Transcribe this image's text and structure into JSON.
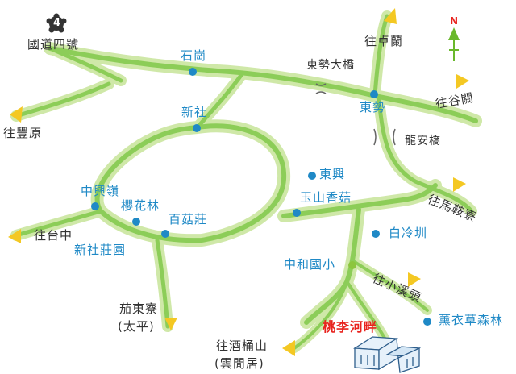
{
  "colors": {
    "road_outer": "#cfe8a8",
    "road_inner": "#8ccd58",
    "place_dot": "#1f89c6",
    "highlight_dot": "#8cc63e",
    "arrow": "#f4c823",
    "place_text": "#1f89c6",
    "dest_text": "#e8231e",
    "north_arrow": "#6ab82c",
    "north_letter": "#e8231e"
  },
  "route_badge": {
    "number": "4",
    "label": "國道四號"
  },
  "north": {
    "letter": "N"
  },
  "places": {
    "shigang": "石崗",
    "xinshe": "新社",
    "dongshi": "東勢",
    "zhongxingling": "中興嶺",
    "yinghualin": "櫻花林",
    "baiguzhuang": "百菇莊",
    "xinshezhuangyuan": "新社莊園",
    "dongxing": "東興",
    "yushanxianggu": "玉山香菇",
    "bailengzhen": "白冷圳",
    "zhonghe_school": "中和國小",
    "lavender": "薰衣草森林"
  },
  "directions": {
    "zhuolan": "往卓蘭",
    "fengyuan": "往豐原",
    "guguan": "往谷關",
    "maanliao": "往馬鞍寮",
    "taichung": "往台中",
    "xiaoxitou": "往小溪頭",
    "jiudongliao": "茄東寮",
    "taiping": "(太平)",
    "jiutongshan": "往酒桶山",
    "yunxianju": "(雲閒居)"
  },
  "bridges": {
    "dongshi_bridge": "東勢大橋",
    "longan_bridge": "龍安橋"
  },
  "destination": "桃李河畔"
}
